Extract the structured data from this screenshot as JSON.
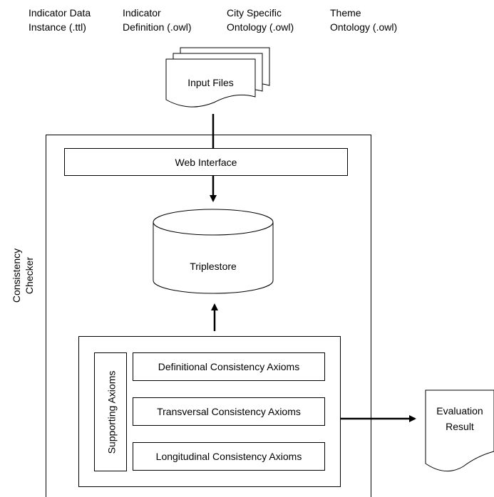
{
  "input_labels": [
    "Indicator Data\nInstance (.ttl)",
    "Indicator\nDefinition (.owl)",
    "City Specific\nOntology (.owl)",
    "Theme\nOntology (.owl)"
  ],
  "input_files_label": "Input Files",
  "consistency_checker_label": "Consistency\nChecker",
  "web_interface_label": "Web Interface",
  "triplestore_label": "Triplestore",
  "supporting_axioms_label": "Supporting Axioms",
  "axioms": [
    "Definitional Consistency Axioms",
    "Transversal Consistency Axioms",
    "Longitudinal Consistency Axioms"
  ],
  "evaluation_result_label": "Evaluation\nResult"
}
